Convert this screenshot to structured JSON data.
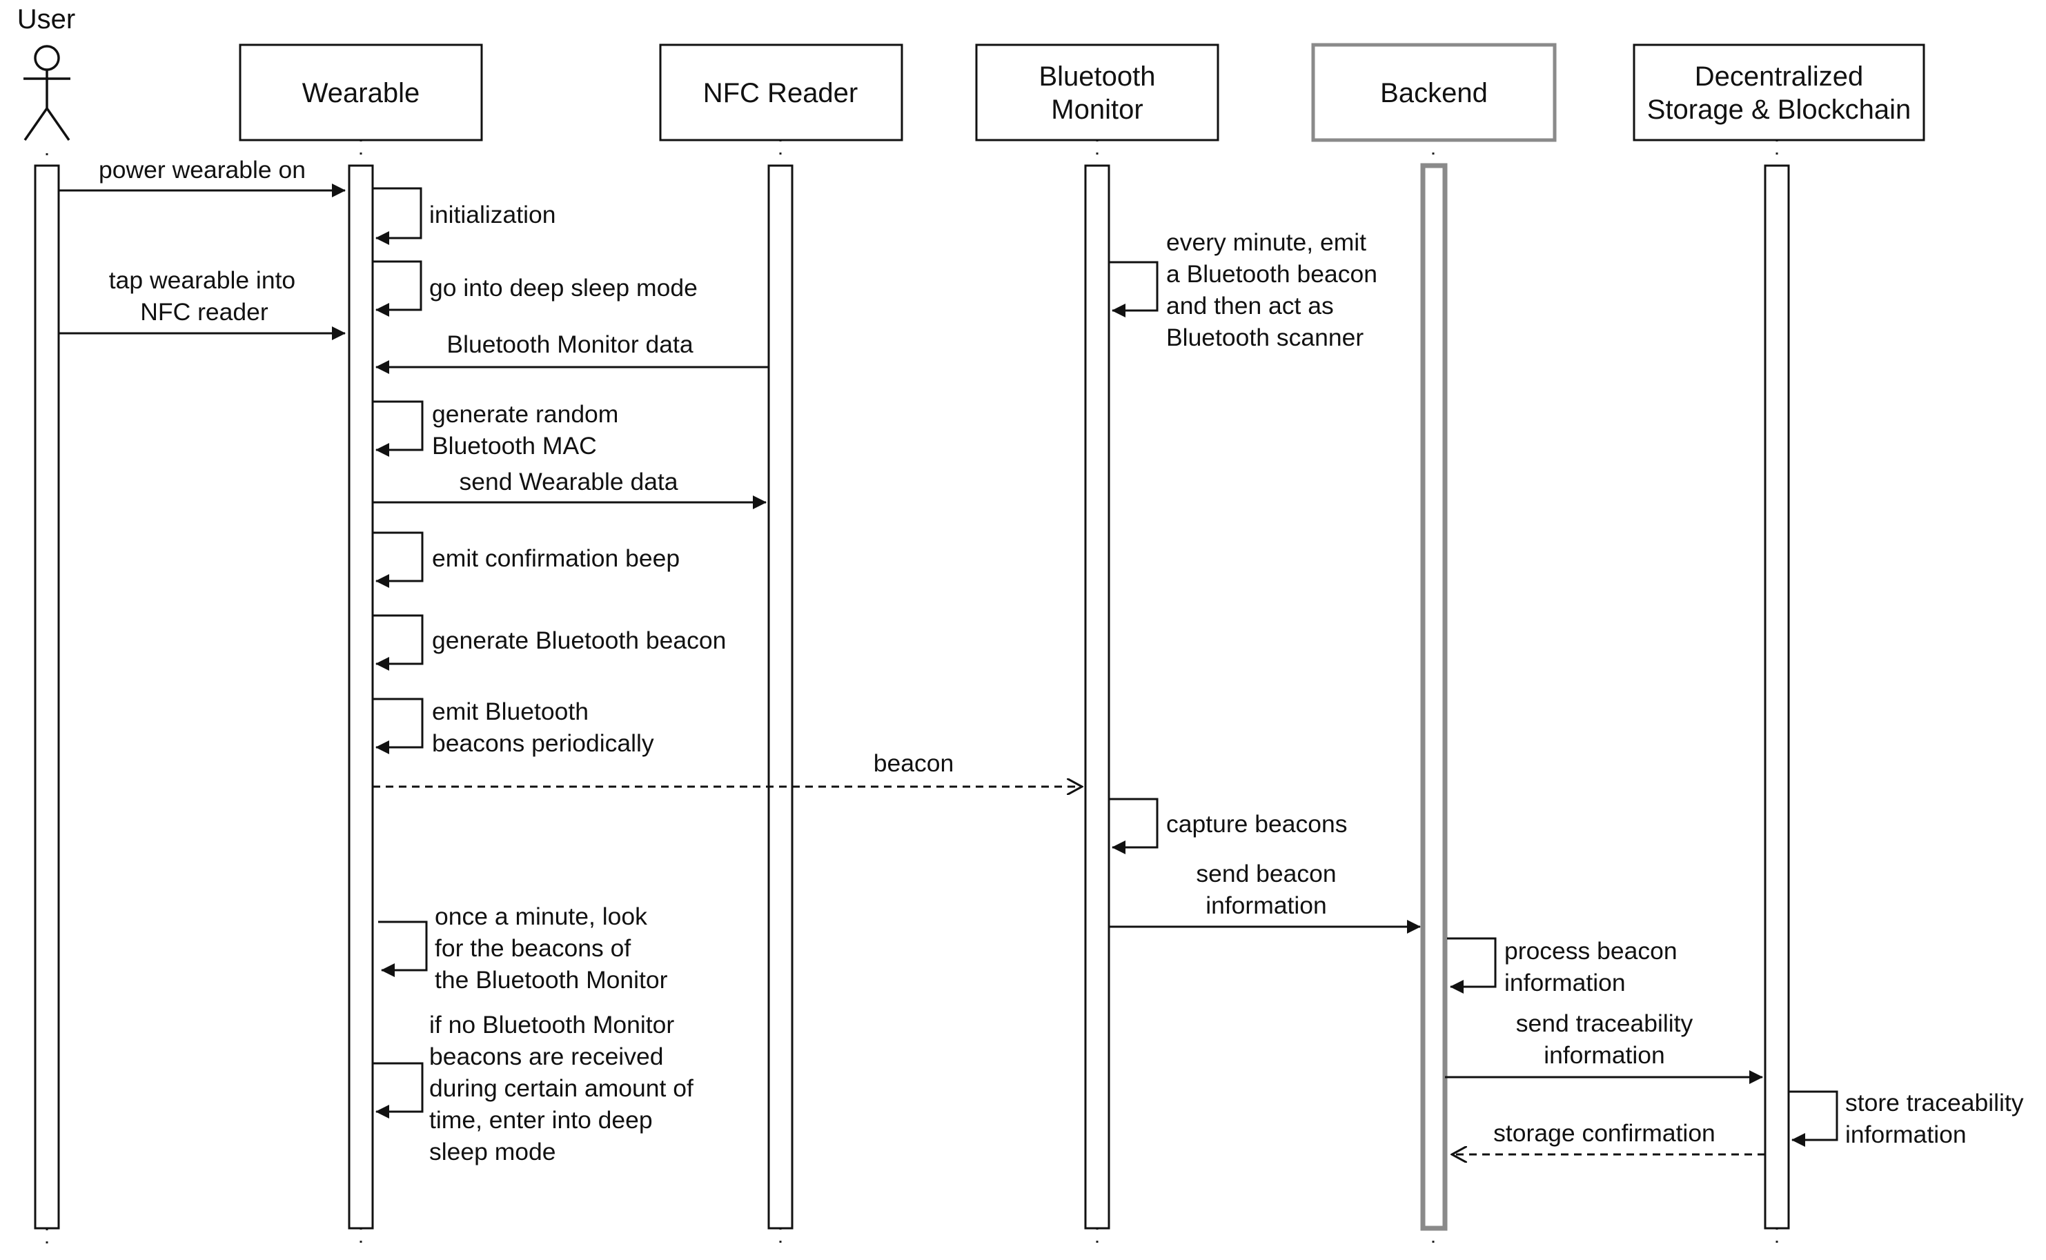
{
  "actor": {
    "name": "User",
    "icon": "stick-figure-icon"
  },
  "participants": [
    {
      "id": "wearable",
      "label": [
        "Wearable"
      ]
    },
    {
      "id": "nfc",
      "label": [
        "NFC Reader"
      ]
    },
    {
      "id": "monitor",
      "label": [
        "Bluetooth",
        "Monitor"
      ]
    },
    {
      "id": "backend",
      "label": [
        "Backend"
      ]
    },
    {
      "id": "storage",
      "label": [
        "Decentralized",
        "Storage & Blockchain"
      ]
    }
  ],
  "messages": [
    {
      "id": "power-on",
      "from": "user",
      "to": "wearable",
      "kind": "sync",
      "label": [
        "power wearable on"
      ]
    },
    {
      "id": "initialization",
      "on": "wearable",
      "kind": "self",
      "label": [
        "initialization"
      ]
    },
    {
      "id": "tap-nfc",
      "from": "user",
      "to": "wearable",
      "kind": "sync",
      "label": [
        "tap wearable into",
        "NFC reader"
      ]
    },
    {
      "id": "deep-sleep",
      "on": "wearable",
      "kind": "self",
      "label": [
        "go into deep sleep mode"
      ]
    },
    {
      "id": "monitor-emit",
      "on": "monitor",
      "kind": "self",
      "label": [
        "every minute, emit",
        "a Bluetooth beacon",
        "and then act as",
        "Bluetooth scanner"
      ]
    },
    {
      "id": "monitor-data",
      "from": "nfc",
      "to": "wearable",
      "kind": "sync",
      "label": [
        "Bluetooth Monitor data"
      ]
    },
    {
      "id": "random-mac",
      "on": "wearable",
      "kind": "self",
      "label": [
        "generate random",
        "Bluetooth MAC"
      ]
    },
    {
      "id": "send-wearable-data",
      "from": "wearable",
      "to": "nfc",
      "kind": "sync",
      "label": [
        "send Wearable data"
      ]
    },
    {
      "id": "confirm-beep",
      "on": "wearable",
      "kind": "self",
      "label": [
        "emit confirmation beep"
      ]
    },
    {
      "id": "generate-beacon",
      "on": "wearable",
      "kind": "self",
      "label": [
        "generate Bluetooth beacon"
      ]
    },
    {
      "id": "emit-beacons",
      "on": "wearable",
      "kind": "self",
      "label": [
        "emit Bluetooth",
        "beacons periodically"
      ]
    },
    {
      "id": "beacon",
      "from": "wearable",
      "to": "monitor",
      "kind": "async",
      "label": [
        "beacon"
      ]
    },
    {
      "id": "capture-beacons",
      "on": "monitor",
      "kind": "self",
      "label": [
        "capture beacons"
      ]
    },
    {
      "id": "send-beacon-info",
      "from": "monitor",
      "to": "backend",
      "kind": "sync",
      "label": [
        "send beacon",
        "information"
      ]
    },
    {
      "id": "look-for-beacons",
      "on": "wearable",
      "kind": "self",
      "label": [
        "once a minute, look",
        "for the beacons of",
        "the Bluetooth Monitor"
      ]
    },
    {
      "id": "process-beacon-info",
      "on": "backend",
      "kind": "self",
      "label": [
        "process beacon",
        "information"
      ]
    },
    {
      "id": "send-traceability",
      "from": "backend",
      "to": "storage",
      "kind": "sync",
      "label": [
        "send traceability",
        "information"
      ]
    },
    {
      "id": "no-beacons-sleep",
      "on": "wearable",
      "kind": "self",
      "label": [
        "if no Bluetooth Monitor",
        "beacons are received",
        "during certain amount of",
        "time, enter into deep",
        "sleep mode"
      ]
    },
    {
      "id": "store-traceability",
      "on": "storage",
      "kind": "self",
      "label": [
        "store traceability",
        "information"
      ]
    },
    {
      "id": "storage-confirmation",
      "from": "storage",
      "to": "backend",
      "kind": "async",
      "label": [
        "storage confirmation"
      ]
    }
  ]
}
